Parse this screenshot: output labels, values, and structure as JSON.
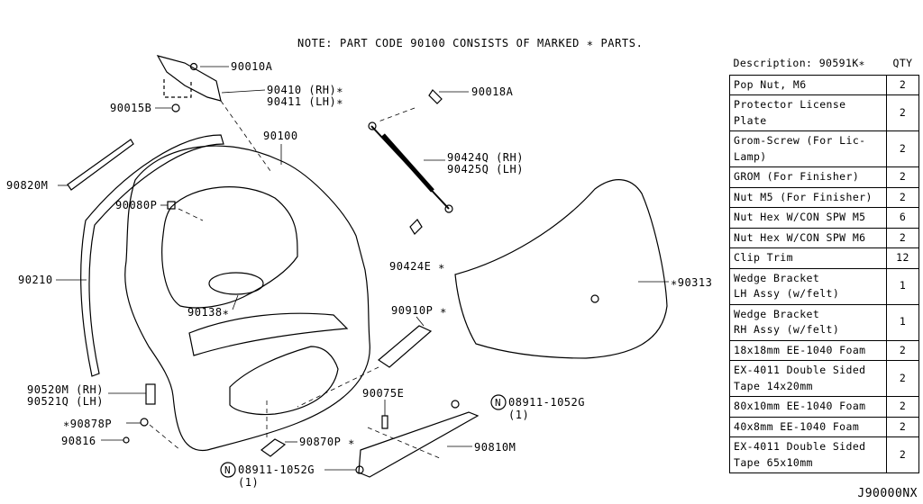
{
  "note": "NOTE: PART CODE 90100 CONSISTS OF MARKED ∗ PARTS.",
  "diagram_code": "J90000NX",
  "table": {
    "header_desc": "Description: 90591K∗",
    "header_qty": "QTY",
    "rows": [
      {
        "desc": [
          "Pop Nut, M6"
        ],
        "qty": "2"
      },
      {
        "desc": [
          "Protector License Plate"
        ],
        "qty": "2"
      },
      {
        "desc": [
          "Grom-Screw (For Lic-Lamp)"
        ],
        "qty": "2"
      },
      {
        "desc": [
          "GROM (For Finisher)"
        ],
        "qty": "2"
      },
      {
        "desc": [
          "Nut M5 (For Finisher)"
        ],
        "qty": "2"
      },
      {
        "desc": [
          "Nut Hex W/CON SPW M5"
        ],
        "qty": "6"
      },
      {
        "desc": [
          "Nut Hex W/CON SPW M6"
        ],
        "qty": "2"
      },
      {
        "desc": [
          "Clip Trim"
        ],
        "qty": "12"
      },
      {
        "desc": [
          "Wedge Bracket",
          "LH Assy (w/felt)"
        ],
        "qty": "1"
      },
      {
        "desc": [
          "Wedge Bracket",
          "RH Assy (w/felt)"
        ],
        "qty": "1"
      },
      {
        "desc": [
          "18x18mm EE-1040 Foam"
        ],
        "qty": "2"
      },
      {
        "desc": [
          "EX-4011 Double Sided",
          "Tape 14x20mm"
        ],
        "qty": "2"
      },
      {
        "desc": [
          "80x10mm EE-1040 Foam"
        ],
        "qty": "2"
      },
      {
        "desc": [
          "40x8mm EE-1040 Foam"
        ],
        "qty": "2"
      },
      {
        "desc": [
          "EX-4011 Double Sided",
          "Tape 65x10mm"
        ],
        "qty": "2"
      }
    ]
  },
  "labels": {
    "p90010A": "90010A",
    "p90410": "90410 (RH)∗",
    "p90411": "90411 (LH)∗",
    "p90018A": "90018A",
    "p90015B": "90015B",
    "p90100": "90100",
    "p90820M": "90820M",
    "p90424Q": "90424Q (RH)",
    "p90425Q": "90425Q (LH)",
    "p90080P": "90080P",
    "p90210": "90210",
    "p90424E": "90424E ∗",
    "p90313": "∗90313",
    "p90138": "90138∗",
    "p90910P": "90910P ∗",
    "p90520M": "90520M (RH)",
    "p90521Q": "90521Q (LH)",
    "p90075E": "90075E",
    "p08911a": "08911-1052G",
    "p08911a_qty": "(1)",
    "p90878P": "∗90878P",
    "p90816": "90816",
    "p90870P": "90870P ∗",
    "p90810M": "90810M",
    "p08911b": "08911-1052G",
    "p08911b_qty": "(1)",
    "n_symbol": "N"
  }
}
